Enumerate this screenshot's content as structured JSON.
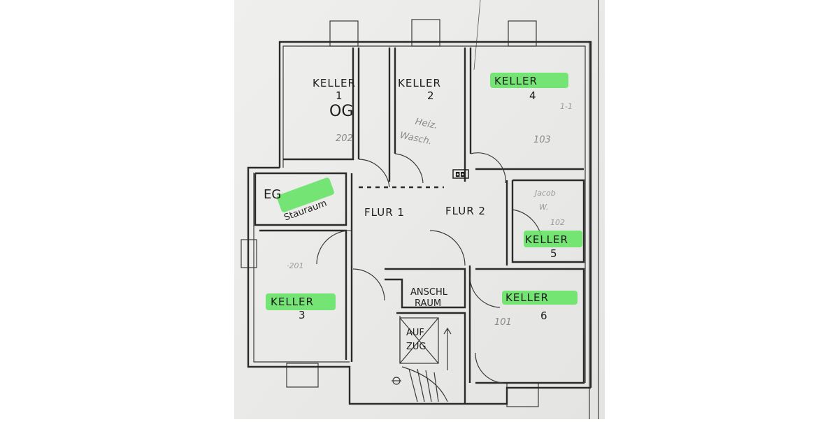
{
  "rooms": {
    "keller1": {
      "label": "KELLER",
      "number": "1",
      "note": "OG",
      "room_no": "202"
    },
    "keller2": {
      "label": "KELLER",
      "number": "2",
      "note_line1": "Heiz.",
      "note_line2": "Wasch."
    },
    "keller4": {
      "label": "KELLER",
      "number": "4",
      "room_no": "103",
      "faint": "1-1"
    },
    "eg_stauraum": {
      "label_eg": "EG",
      "label_stauraum": "Stauraum"
    },
    "flur1": {
      "label": "FLUR 1"
    },
    "flur2": {
      "label": "FLUR 2"
    },
    "keller5": {
      "label": "KELLER",
      "number": "5",
      "note_line1": "Jacob",
      "note_line2": "W.",
      "room_no": "102"
    },
    "keller3": {
      "label": "KELLER",
      "number": "3",
      "room_no": "·201"
    },
    "anschlraum": {
      "line1": "ANSCHL",
      "line2": "RAUM"
    },
    "aufzug": {
      "line1": "AUF",
      "line2": "ZUG"
    },
    "keller6": {
      "label": "KELLER",
      "number": "6",
      "room_no": "101"
    }
  },
  "highlight_color": "#5fe35f",
  "paper_color": "#ebebe9"
}
